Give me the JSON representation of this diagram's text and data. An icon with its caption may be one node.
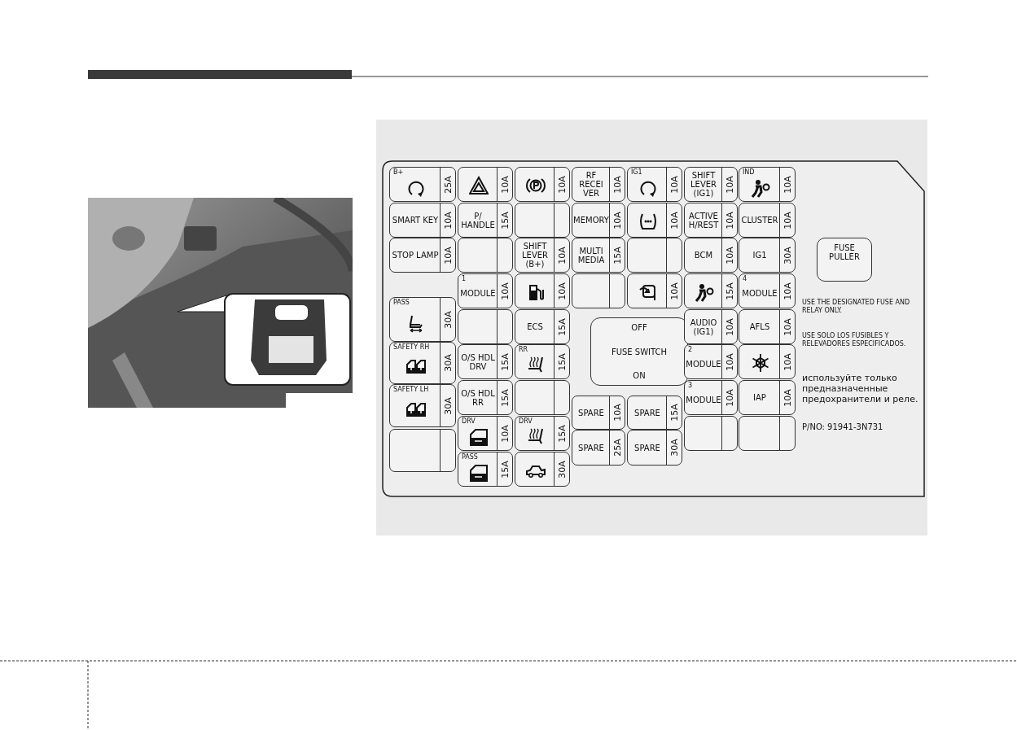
{
  "diagram": {
    "nodes": [
      {
        "text": [
          "B+",
          "25A"
        ]
      },
      {
        "text": [
          "SMART KEY",
          "10A"
        ]
      },
      {
        "text": [
          "STOP LAMP",
          "10A"
        ]
      },
      {
        "text": [
          "PASS",
          "30A"
        ]
      },
      {
        "text": [
          "SAFETY RH",
          "30A"
        ]
      },
      {
        "text": [
          "SAFETY LH",
          "30A"
        ]
      },
      {
        "text": [],
        "shape": "box"
      },
      {
        "text": [
          "10A"
        ]
      },
      {
        "text": [
          "P/ HANDLE",
          "15A"
        ]
      },
      {
        "text": [],
        "shape": "box"
      },
      {
        "text": [
          "1",
          "MODULE",
          "10A"
        ]
      },
      {
        "text": [],
        "shape": "box"
      },
      {
        "text": [
          "O/S HDL DRV",
          "15A"
        ]
      },
      {
        "text": [
          "O/S HDL RR",
          "15A"
        ]
      },
      {
        "text": [
          "DRV",
          "10A"
        ]
      },
      {
        "text": [
          "PASS",
          "15A"
        ]
      },
      {
        "text": [
          "10A"
        ]
      },
      {
        "text": [],
        "shape": "box"
      },
      {
        "text": [
          "SHIFT LEVER (B+)",
          "10A"
        ]
      },
      {
        "text": [
          "10A"
        ]
      },
      {
        "text": [
          "ECS",
          "15A"
        ]
      },
      {
        "text": [
          "RR",
          "15A"
        ]
      },
      {
        "text": [],
        "shape": "box"
      },
      {
        "text": [
          "DRV",
          "15A"
        ]
      },
      {
        "text": [
          "30A"
        ]
      },
      {
        "text": [
          "RF RECEI VER",
          "10A"
        ]
      },
      {
        "text": [
          "MEMORY",
          "10A"
        ]
      },
      {
        "text": [
          "MULTI MEDIA",
          "15A"
        ]
      },
      {
        "text": [],
        "shape": "box"
      },
      {
        "text": [
          "OFF",
          "FUSE SWITCH",
          "ON"
        ]
      },
      {
        "text": [
          "SPARE",
          "10A"
        ]
      },
      {
        "text": [
          "SPARE",
          "25A"
        ]
      },
      {
        "text": [
          "IG1",
          "10A"
        ]
      },
      {
        "text": [
          "10A"
        ]
      },
      {
        "text": [],
        "shape": "box"
      },
      {
        "text": [
          "10A"
        ]
      },
      {
        "text": [
          "SPARE",
          "15A"
        ]
      },
      {
        "text": [
          "SPARE",
          "30A"
        ]
      },
      {
        "text": [
          "SHIFT LEVER (IG1)",
          "10A"
        ]
      },
      {
        "text": [
          "ACTIVE H/REST",
          "10A"
        ]
      },
      {
        "text": [
          "BCM",
          "10A"
        ]
      },
      {
        "text": [
          "15A"
        ]
      },
      {
        "text": [
          "AUDIO (IG1)",
          "10A"
        ]
      },
      {
        "text": [
          "2",
          "MODULE",
          "10A"
        ]
      },
      {
        "text": [
          "3",
          "MODULE",
          "10A"
        ]
      },
      {
        "text": [],
        "shape": "box"
      },
      {
        "text": [
          "IND",
          "10A"
        ]
      },
      {
        "text": [
          "CLUSTER",
          "10A"
        ]
      },
      {
        "text": [
          "IG1",
          "30A"
        ]
      },
      {
        "text": [
          "4",
          "MODULE",
          "10A"
        ]
      },
      {
        "text": [
          "AFLS",
          "10A"
        ]
      },
      {
        "text": [
          "10A"
        ]
      },
      {
        "text": [
          "IAP",
          "10A"
        ]
      },
      {
        "text": [],
        "shape": "box"
      },
      {
        "text": [
          "FUSE PULLER"
        ]
      }
    ],
    "edges": [],
    "labels": [
      "USE THE DESIGNATED FUSE AND RELAY ONLY.",
      "USE SOLO LOS FUSIBLES Y RELEVADORES ESPECIFICADOS.",
      "используйте только предназначенные предохранители и реле.",
      "P/NO: 91941-3N731"
    ]
  }
}
